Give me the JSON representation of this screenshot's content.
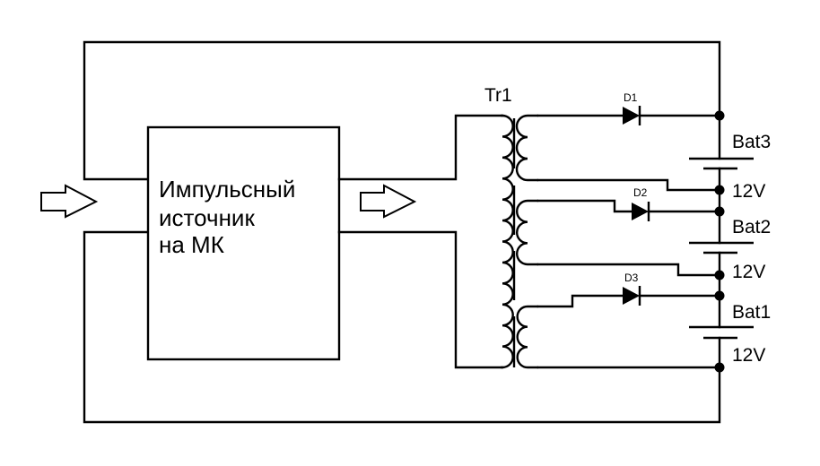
{
  "diagram": {
    "type": "circuit-schematic",
    "description": "Switching supply on MCU charging three series 12V batteries via a multi-winding transformer",
    "block": {
      "lines": [
        "Импульсный",
        "источник",
        "на МК"
      ]
    },
    "transformer": {
      "label": "Tr1",
      "primary_turns": 12,
      "secondaries": 3
    },
    "diodes": [
      {
        "label": "D1"
      },
      {
        "label": "D2"
      },
      {
        "label": "D3"
      }
    ],
    "batteries": [
      {
        "name": "Bat3",
        "voltage": "12V"
      },
      {
        "name": "Bat2",
        "voltage": "12V"
      },
      {
        "name": "Bat1",
        "voltage": "12V"
      }
    ],
    "arrows": [
      "input-arrow",
      "output-arrow"
    ],
    "colors": {
      "stroke": "#000000",
      "background": "#ffffff"
    }
  }
}
